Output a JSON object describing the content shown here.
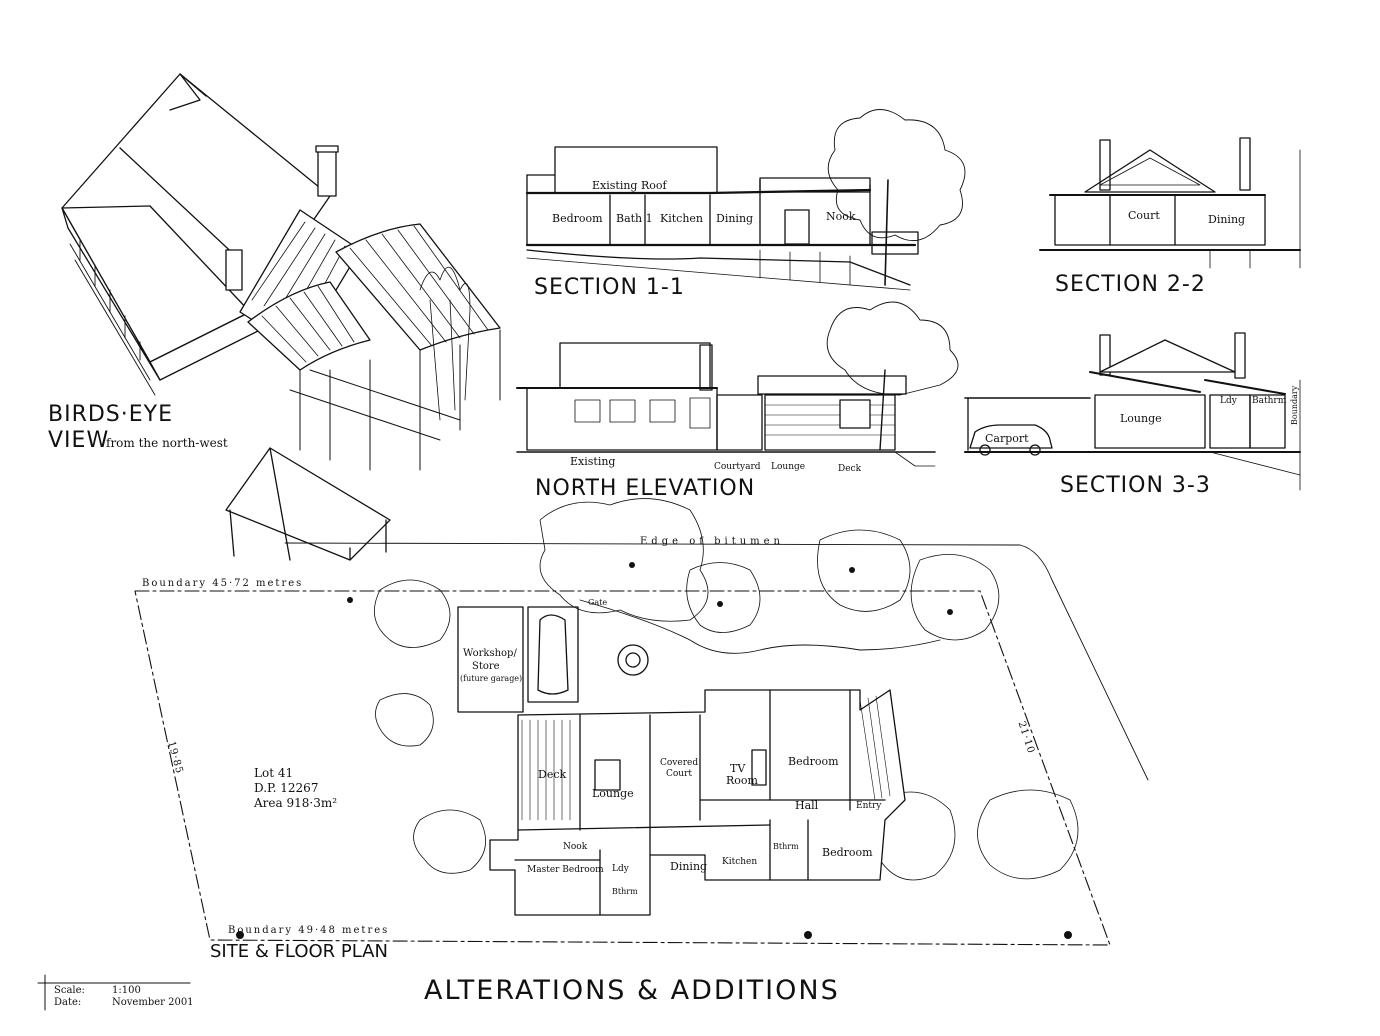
{
  "title": "ALTERATIONS & ADDITIONS",
  "views": {
    "birds_eye_line1": "BIRDS·EYE",
    "birds_eye_line2": "VIEW",
    "birds_eye_sub": "from the north-west",
    "section_1": "SECTION 1-1",
    "section_2": "SECTION 2-2",
    "section_3": "SECTION 3-3",
    "north_elevation": "NORTH ELEVATION",
    "site_plan": "SITE & FLOOR PLAN"
  },
  "section_1_labels": {
    "existing_roof": "Existing Roof",
    "bedroom": "Bedroom",
    "bath": "Bath 1",
    "kitchen": "Kitchen",
    "dining": "Dining",
    "nook": "Nook"
  },
  "section_2_labels": {
    "court": "Court",
    "dining": "Dining"
  },
  "section_3_labels": {
    "carport": "Carport",
    "lounge": "Lounge",
    "ldy": "Ldy",
    "bathrm": "Bathrm",
    "boundary": "Boundary"
  },
  "elevation_labels": {
    "existing": "Existing",
    "courtyard": "Courtyard",
    "lounge": "Lounge",
    "deck": "Deck"
  },
  "plan_labels": {
    "edge": "Edge of bitumen",
    "boundary_top": "Boundary 45·72 metres",
    "boundary_bottom": "Boundary 49·48 metres",
    "side_left": "19·85",
    "side_right": "21·10",
    "gate": "Gate",
    "workshop_1": "Workshop/",
    "workshop_2": "Store",
    "workshop_3": "(future garage)",
    "deck": "Deck",
    "lounge": "Lounge",
    "covered_1": "Covered",
    "covered_2": "Court",
    "tv_1": "TV",
    "tv_2": "Room",
    "bedroom_1": "Bedroom",
    "hall": "Hall",
    "entry": "Entry",
    "nook": "Nook",
    "master_bedroom": "Master Bedroom",
    "ldy": "Ldy",
    "bthrm_1": "Bthrm",
    "dining": "Dining",
    "kitchen": "Kitchen",
    "bthrm_2": "Bthrm",
    "bedroom_2": "Bedroom",
    "lot_1": "Lot 41",
    "lot_2": "D.P. 12267",
    "lot_3": "Area 918·3m²"
  },
  "scale_block": {
    "scale_label": "Scale:",
    "scale_value": "1:100",
    "date_label": "Date:",
    "date_value": "November 2001"
  }
}
